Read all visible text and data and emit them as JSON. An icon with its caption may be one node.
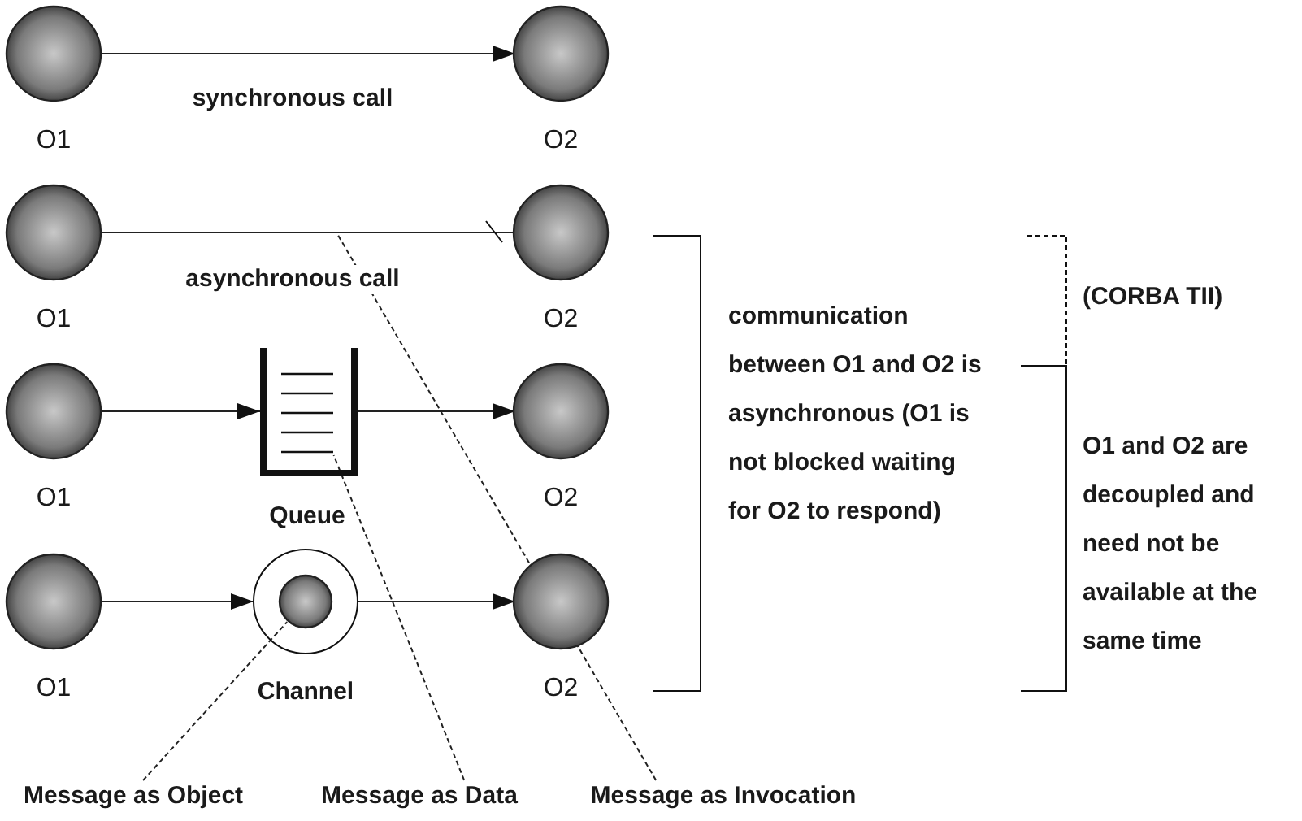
{
  "diagram": {
    "nodes": [
      {
        "text": [
          "O1"
        ]
      },
      {
        "text": [
          "O2"
        ]
      },
      {
        "text": [
          "O1"
        ]
      },
      {
        "text": [
          "O2"
        ]
      },
      {
        "text": [
          "O1"
        ]
      },
      {
        "text": [
          "Queue"
        ]
      },
      {
        "text": [],
        "shape": "bar",
        "in": 5
      },
      {
        "text": [
          "O2"
        ]
      },
      {
        "text": [
          "O1"
        ]
      },
      {
        "text": [
          "Channel"
        ]
      },
      {
        "text": [],
        "shape": "circle",
        "in": 9
      },
      {
        "text": [
          "O2"
        ]
      },
      {
        "text": [
          "Message as Object"
        ]
      },
      {
        "text": [
          "Message as Data"
        ]
      },
      {
        "text": [
          "Message as Invocation"
        ]
      }
    ],
    "edges": [
      {
        "from": 0,
        "to": 1,
        "arrow": "to",
        "label": "synchronous call"
      },
      {
        "from": 2,
        "to": 3,
        "arrow": "other",
        "label": "asynchronous call"
      },
      {
        "from": 4,
        "to": 5,
        "arrow": "to"
      },
      {
        "from": 5,
        "to": 7,
        "arrow": "to"
      },
      {
        "from": 8,
        "to": 9,
        "arrow": "to"
      },
      {
        "from": 9,
        "to": 11,
        "arrow": "to"
      },
      {
        "from": 12,
        "to": 10,
        "arrow": "none",
        "style": "dashed"
      },
      {
        "from": 13,
        "to": 6,
        "arrow": "none",
        "style": "dashed"
      },
      {
        "from": 14,
        "to": null,
        "arrow": "none",
        "style": "dashed"
      }
    ],
    "labels": [
      "communication between O1 and O2 is asynchronous (O1 is not blocked waiting for O2 to respond)",
      "(CORBA TII)",
      "O1 and O2 are decoupled and need not be available at the same time"
    ]
  }
}
